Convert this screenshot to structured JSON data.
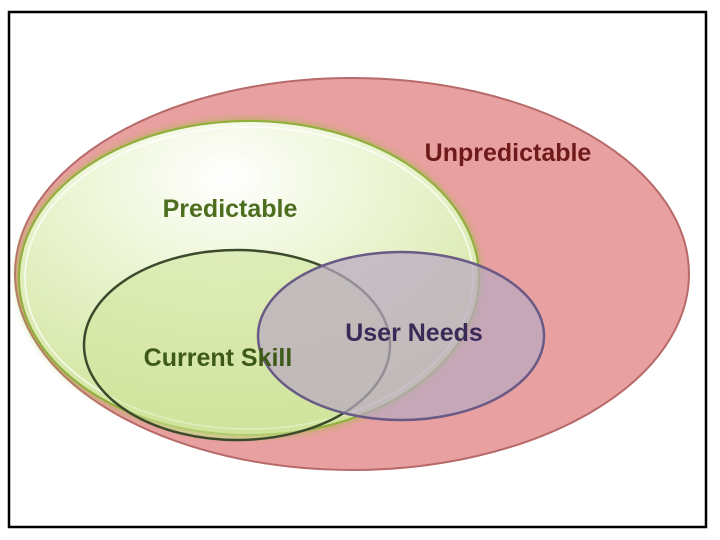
{
  "diagram": {
    "sets": {
      "unpredictable": {
        "label": "Unpredictable",
        "fill": "#e8a0a0",
        "stroke": "#b86a6a",
        "text_color": "#6e1a1a"
      },
      "predictable": {
        "label": "Predictable",
        "fill": "#d9ea9e",
        "stroke": "#8fae3a",
        "text_color": "#4d6e1f"
      },
      "current_skill": {
        "label": "Current Skill",
        "fill": "#cfe39a",
        "stroke": "#3c4a2c",
        "text_color": "#3e5a18"
      },
      "user_needs": {
        "label": "User Needs",
        "fill": "#b9a9c0",
        "stroke": "#6a5a86",
        "text_color": "#3a2a58"
      }
    }
  }
}
